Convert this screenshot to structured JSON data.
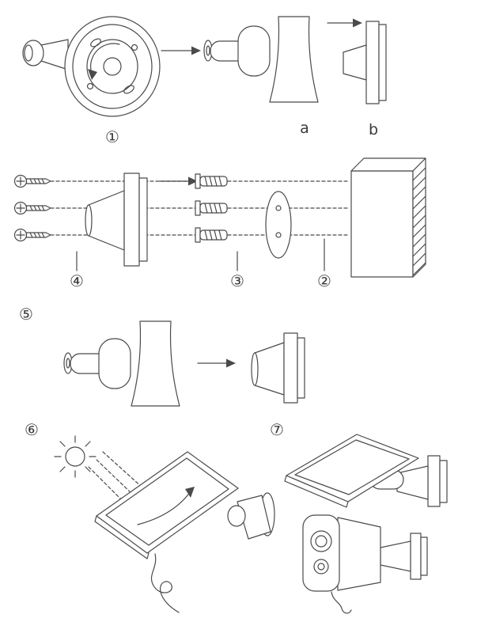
{
  "colors": {
    "line": "#4a4a4a",
    "fill": "#ffffff",
    "background": "#ffffff"
  },
  "labels": {
    "step1": "①",
    "step2": "②",
    "step3": "③",
    "step4": "④",
    "step5": "⑤",
    "step6": "⑥",
    "step7": "⑦",
    "part_a": "a",
    "part_b": "b"
  },
  "icons": {
    "arrow_right": "→",
    "rotate_arrow": "↺",
    "adjust_arrow": "⤻",
    "sun": "☀"
  }
}
